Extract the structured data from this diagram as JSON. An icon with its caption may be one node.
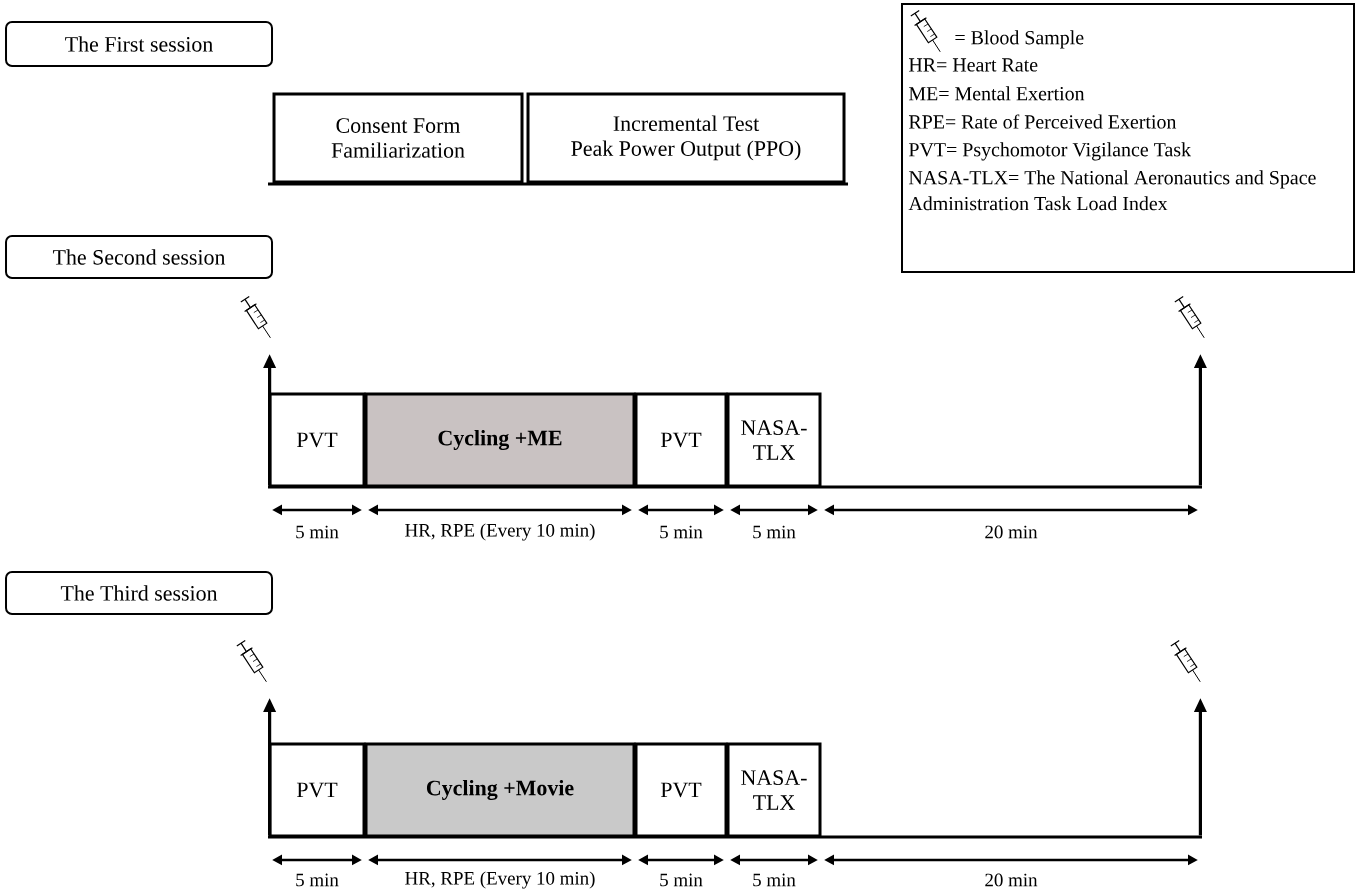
{
  "diagram": {
    "nodes": [
      {
        "text": [
          "The First session"
        ]
      },
      {
        "text": [
          "Consent Form Familiarization"
        ]
      },
      {
        "text": [
          "Incremental Test",
          "Peak Power Output (PPO)"
        ]
      },
      {
        "text": [
          "= Blood Sample",
          "HR= Heart Rate",
          "ME= Mental Exertion",
          "RPE= Rate of Perceived Exertion",
          "PVT=  Psychomotor Vigilance Task",
          "NASA-TLX= The National Aeronautics and Space Administration Task Load Index"
        ]
      },
      {
        "text": [
          "The Second session"
        ]
      },
      {
        "text": [
          "PVT"
        ]
      },
      {
        "text": [
          "Cycling +ME"
        ]
      },
      {
        "text": [
          "PVT"
        ]
      },
      {
        "text": [
          "NASA-TLX"
        ]
      },
      {
        "text": [],
        "shape": "picture"
      },
      {
        "text": [],
        "shape": "picture"
      },
      {
        "text": [
          "The Third session"
        ]
      },
      {
        "text": [
          "PVT"
        ]
      },
      {
        "text": [
          "Cycling +Movie"
        ]
      },
      {
        "text": [
          "PVT"
        ]
      },
      {
        "text": [
          "NASA-TLX"
        ]
      },
      {
        "text": [],
        "shape": "picture"
      },
      {
        "text": [],
        "shape": "picture"
      },
      {
        "text": [],
        "shape": "bar"
      },
      {
        "text": [],
        "shape": "bar"
      },
      {
        "text": [],
        "shape": "bar"
      }
    ],
    "edges": [
      {
        "from": 19,
        "to": 9,
        "arrow": "to"
      },
      {
        "from": 19,
        "to": 10,
        "arrow": "to"
      },
      {
        "from": 20,
        "to": 16,
        "arrow": "to"
      },
      {
        "from": 20,
        "to": 17,
        "arrow": "to"
      }
    ],
    "labels": [
      "5 min",
      "HR, RPE (Every 10 min)",
      "5 min",
      "5 min",
      "20 min",
      "5 min",
      "HR, RPE (Every 10 min)",
      "5 min",
      "5 min",
      "20 min"
    ]
  }
}
